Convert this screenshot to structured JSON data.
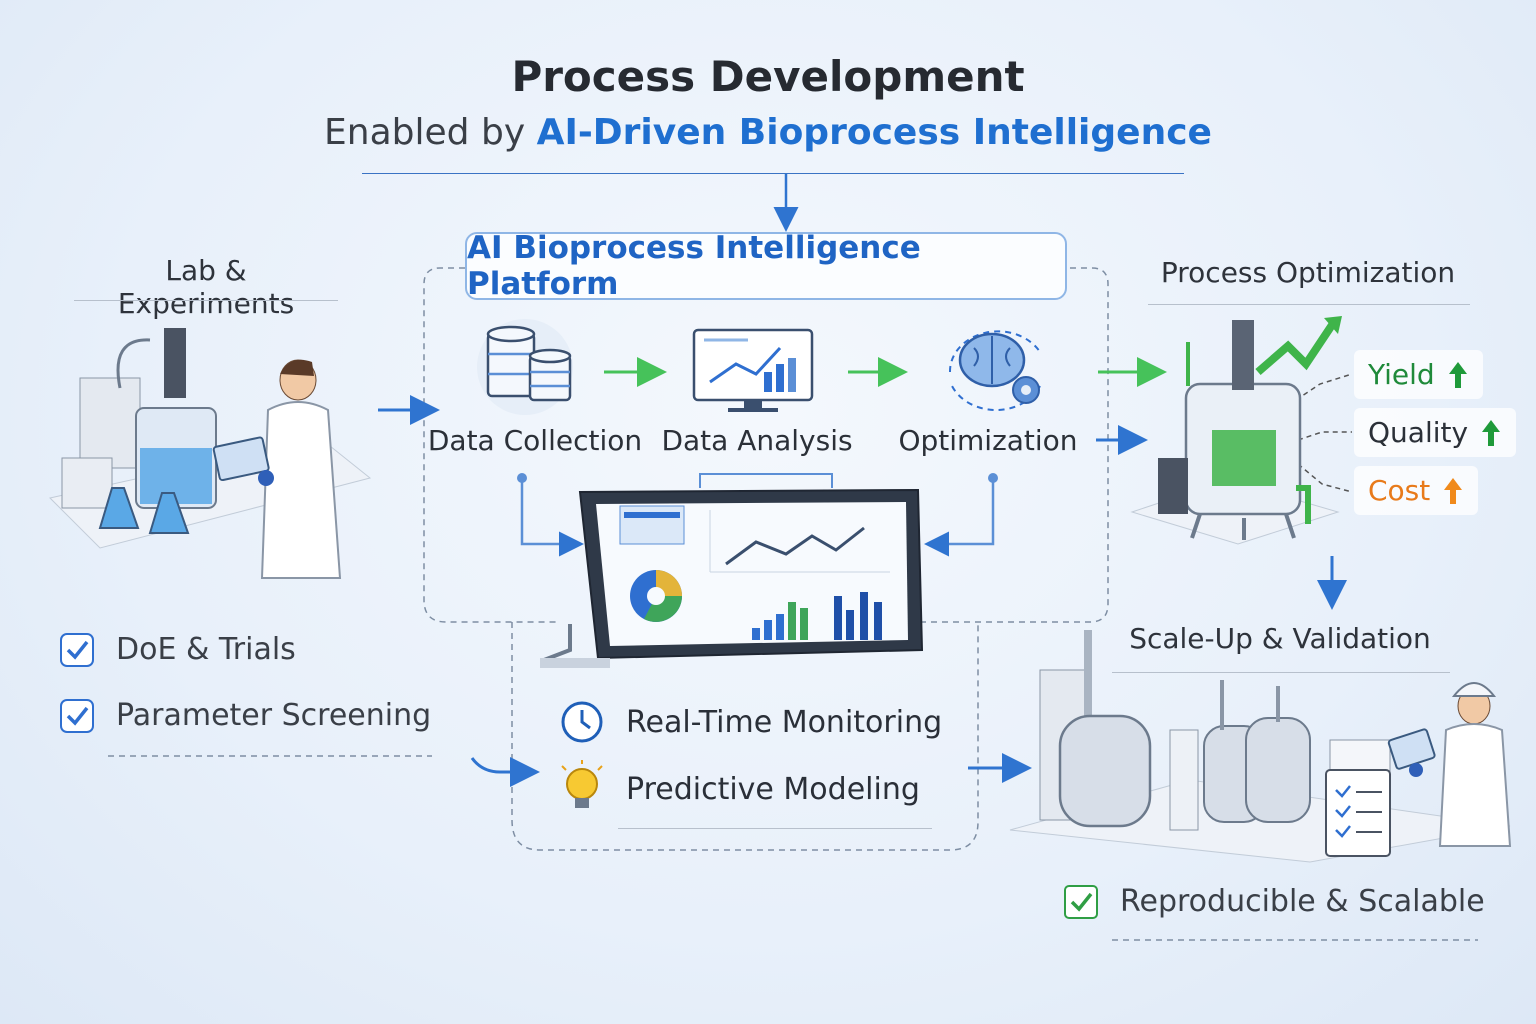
{
  "title": "Process Development",
  "subtitle_prefix": "Enabled by ",
  "subtitle_highlight": "AI-Driven Bioprocess Intelligence",
  "platform": {
    "title": "AI Bioprocess Intelligence Platform",
    "steps": [
      "Data Collection",
      "Data Analysis",
      "Optimization"
    ],
    "features": [
      "Real-Time Monitoring",
      "Predictive Modeling"
    ]
  },
  "lab": {
    "title": "Lab & Experiments",
    "items": [
      "DoE & Trials",
      "Parameter Screening"
    ]
  },
  "optimization": {
    "title": "Process Optimization",
    "metrics": [
      {
        "label": "Yield",
        "color": "#1f8a3a"
      },
      {
        "label": "Quality",
        "color": "#2b3038"
      },
      {
        "label": "Cost",
        "color": "#e87a1a"
      }
    ]
  },
  "scaleup": {
    "title": "Scale-Up & Validation",
    "result": "Reproducible & Scalable"
  },
  "colors": {
    "accent": "#1f6fd0",
    "green": "#2f9e44",
    "orange": "#f08a1c"
  }
}
